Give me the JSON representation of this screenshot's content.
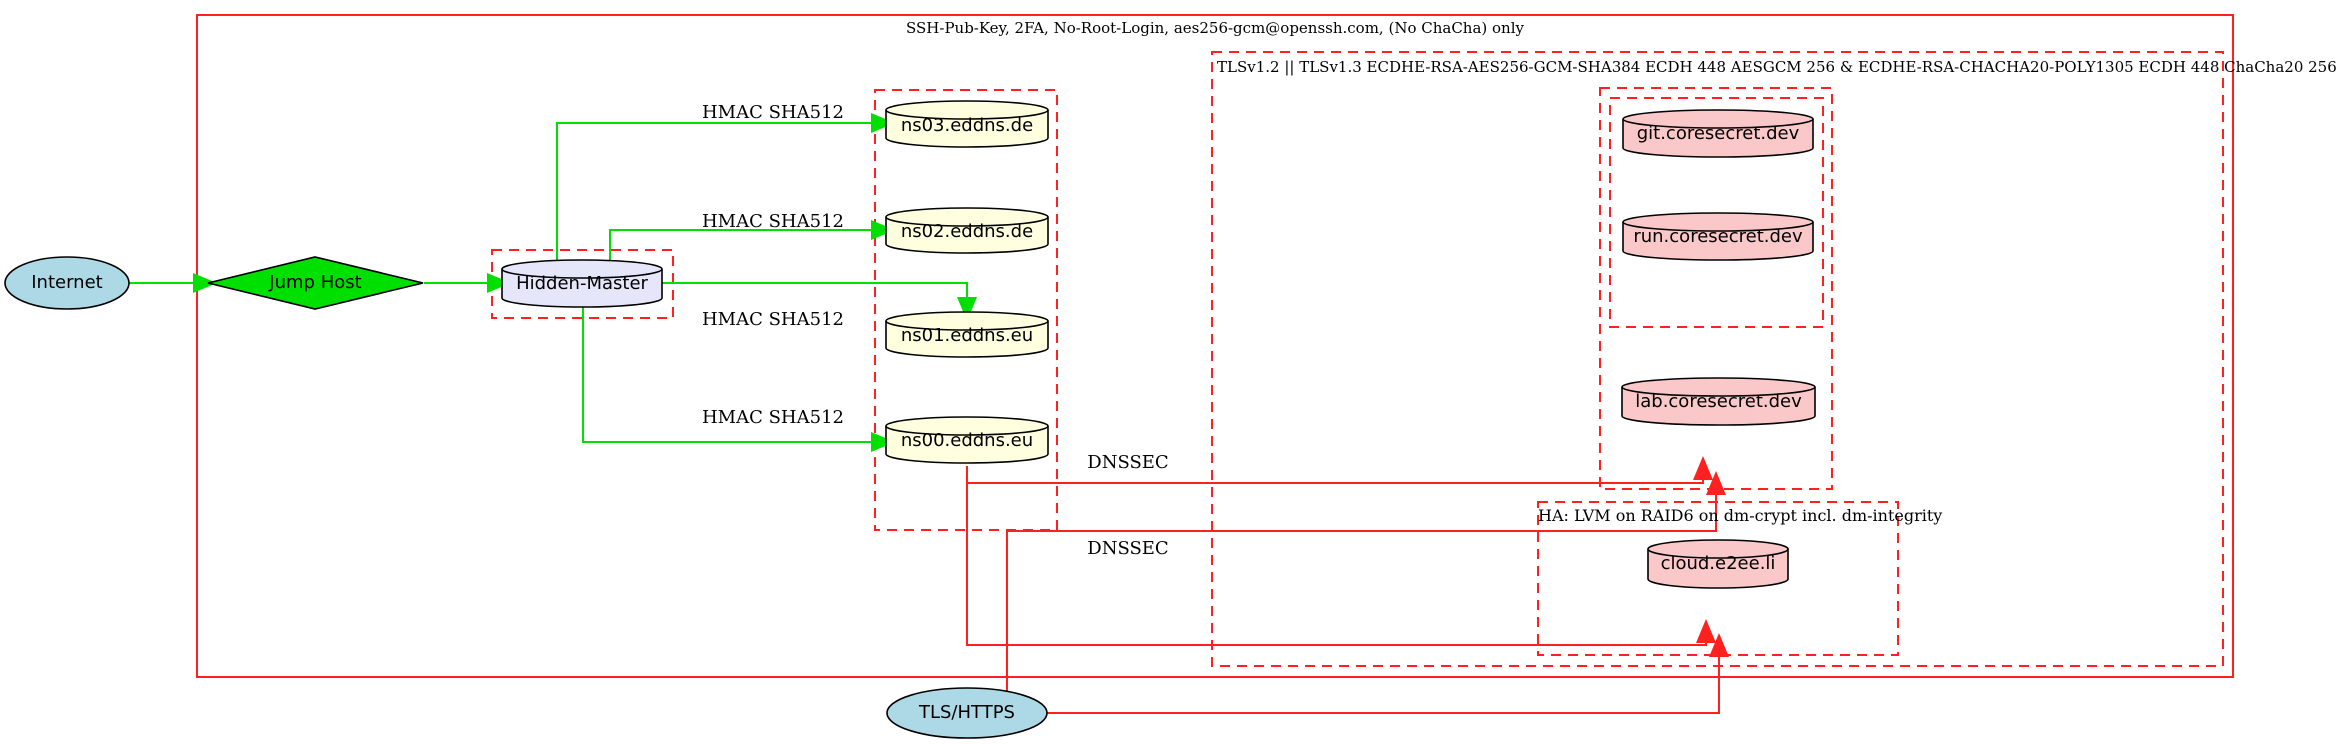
{
  "diagram": {
    "kind": "network-security-topology",
    "clusters": {
      "ssh_zone": {
        "label": "SSH-Pub-Key, 2FA, No-Root-Login, aes256-gcm@openssh.com, (No ChaCha) only",
        "border_style": "solid"
      },
      "tls_zone": {
        "label": "TLSv1.2 || TLSv1.3 ECDHE-RSA-AES256-GCM-SHA384 ECDH 448 AESGCM 256 & ECDHE-RSA-CHACHA20-POLY1305 ECDH 448 ChaCha20 256",
        "border_style": "dashed"
      },
      "ha_zone": {
        "label": "HA: LVM on RAID6 on dm-crypt incl. dm-integrity",
        "border_style": "dashed"
      },
      "hidden_master_zone": {
        "label": "",
        "border_style": "dashed"
      },
      "nameserver_zone": {
        "label": "",
        "border_style": "dashed"
      },
      "services_zone": {
        "label": "",
        "border_style": "dashed"
      },
      "services_inner_zone": {
        "label": "",
        "border_style": "dashed"
      }
    },
    "nodes": {
      "internet": {
        "label": "Internet",
        "shape": "ellipse",
        "fill": "#add8e6"
      },
      "jump_host": {
        "label": "Jump Host",
        "shape": "diamond",
        "fill": "#00e000"
      },
      "hidden_master": {
        "label": "Hidden-Master",
        "shape": "cylinder",
        "fill": "#e6e6fa"
      },
      "ns03": {
        "label": "ns03.eddns.de",
        "shape": "cylinder",
        "fill": "#ffffe0"
      },
      "ns02": {
        "label": "ns02.eddns.de",
        "shape": "cylinder",
        "fill": "#ffffe0"
      },
      "ns01": {
        "label": "ns01.eddns.eu",
        "shape": "cylinder",
        "fill": "#ffffe0"
      },
      "ns00": {
        "label": "ns00.eddns.eu",
        "shape": "cylinder",
        "fill": "#ffffe0"
      },
      "git": {
        "label": "git.coresecret.dev",
        "shape": "cylinder",
        "fill": "#fac8c8"
      },
      "run": {
        "label": "run.coresecret.dev",
        "shape": "cylinder",
        "fill": "#fac8c8"
      },
      "lab": {
        "label": "lab.coresecret.dev",
        "shape": "cylinder",
        "fill": "#fac8c8"
      },
      "cloud": {
        "label": "cloud.e2ee.li",
        "shape": "cylinder",
        "fill": "#fac8c8"
      },
      "tls_https": {
        "label": "TLS/HTTPS",
        "shape": "ellipse",
        "fill": "#add8e6"
      }
    },
    "edge_labels": {
      "hmac_ns03": "HMAC SHA512",
      "hmac_ns02": "HMAC SHA512",
      "hmac_ns01": "HMAC SHA512",
      "hmac_ns00": "HMAC SHA512",
      "dnssec_services": "DNSSEC",
      "dnssec_ha": "DNSSEC"
    },
    "edges": [
      {
        "from": "internet",
        "to": "jump_host",
        "color": "#00e000",
        "label": ""
      },
      {
        "from": "jump_host",
        "to": "hidden_master",
        "color": "#00e000",
        "label": ""
      },
      {
        "from": "hidden_master",
        "to": "ns03",
        "color": "#00e000",
        "label": "HMAC SHA512"
      },
      {
        "from": "hidden_master",
        "to": "ns02",
        "color": "#00e000",
        "label": "HMAC SHA512"
      },
      {
        "from": "hidden_master",
        "to": "ns01",
        "color": "#00e000",
        "label": "HMAC SHA512"
      },
      {
        "from": "hidden_master",
        "to": "ns00",
        "color": "#00e000",
        "label": "HMAC SHA512"
      },
      {
        "from": "ns00",
        "to": "services_zone",
        "color": "#ff2020",
        "label": "DNSSEC"
      },
      {
        "from": "ns00",
        "to": "ha_zone",
        "color": "#ff2020",
        "label": "DNSSEC"
      },
      {
        "from": "tls_https",
        "to": "services_zone",
        "color": "#ff2020",
        "label": ""
      },
      {
        "from": "tls_https",
        "to": "ha_zone",
        "color": "#ff2020",
        "label": ""
      }
    ],
    "colors": {
      "cluster_border": "#ff2020",
      "green_edge": "#00e000",
      "red_edge": "#ff2020",
      "node_stroke": "#000000",
      "node_fill_dns": "#ffffe0",
      "node_fill_master": "#e6e6fa",
      "node_fill_service": "#fac8c8",
      "node_fill_endpoint": "#add8e6",
      "diamond_fill": "#00e000",
      "background": "#ffffff"
    }
  }
}
